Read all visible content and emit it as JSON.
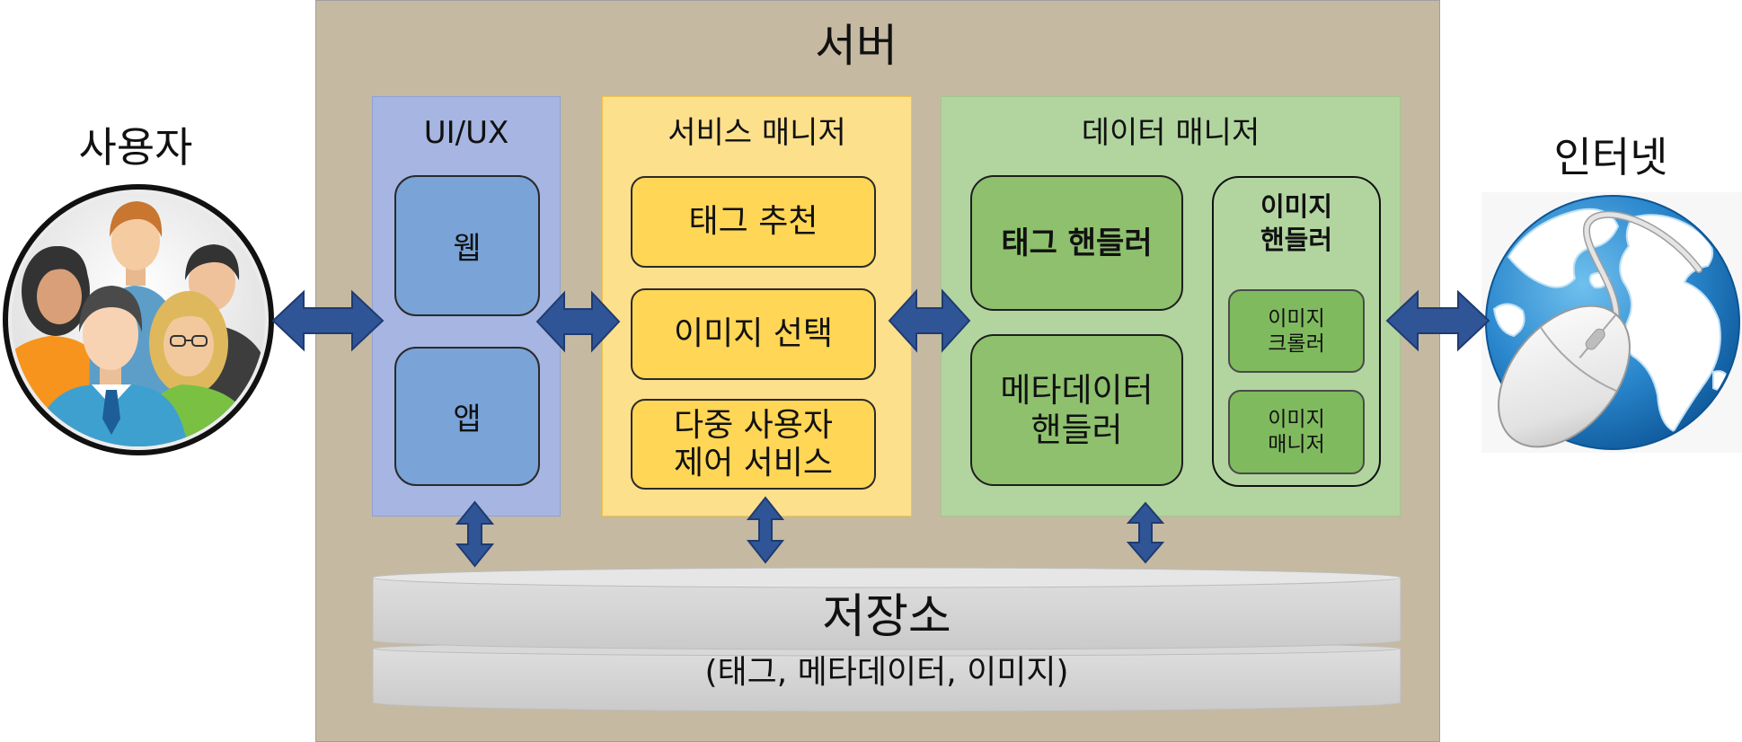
{
  "server": {
    "title": "서버"
  },
  "user": {
    "label": "사용자",
    "icon": "people-group-icon"
  },
  "internet": {
    "label": "인터넷",
    "icon": "globe-mouse-icon"
  },
  "uiux": {
    "title": "UI/UX",
    "items": [
      {
        "label": "웹"
      },
      {
        "label": "앱"
      }
    ]
  },
  "service_manager": {
    "title": "서비스 매니저",
    "items": [
      {
        "lines": [
          "태그 추천"
        ]
      },
      {
        "lines": [
          "이미지 선택"
        ]
      },
      {
        "lines": [
          "다중 사용자",
          "제어 서비스"
        ]
      }
    ]
  },
  "data_manager": {
    "title": "데이터 매니저",
    "tag_handler": {
      "lines": [
        "태그 핸들러"
      ]
    },
    "metadata_handler": {
      "lines": [
        "메타데이터",
        "핸들러"
      ]
    },
    "image_handler": {
      "lines": [
        "이미지",
        "핸들러"
      ],
      "items": [
        {
          "lines": [
            "이미지",
            "크롤러"
          ]
        },
        {
          "lines": [
            "이미지",
            "매니저"
          ]
        }
      ]
    }
  },
  "storage": {
    "title": "저장소",
    "subtitle": "(태그, 메타데이터, 이미지)"
  },
  "colors": {
    "server_bg": "#c5b9a2",
    "uiux_bg": "#a6b5e1",
    "uiux_item": "#7aa3d8",
    "service_bg": "#fde08c",
    "service_item": "#ffd655",
    "data_bg": "#b2d5a0",
    "data_item": "#8ec06e",
    "arrow": "#2f5597",
    "storage": "#d6d6d6"
  }
}
